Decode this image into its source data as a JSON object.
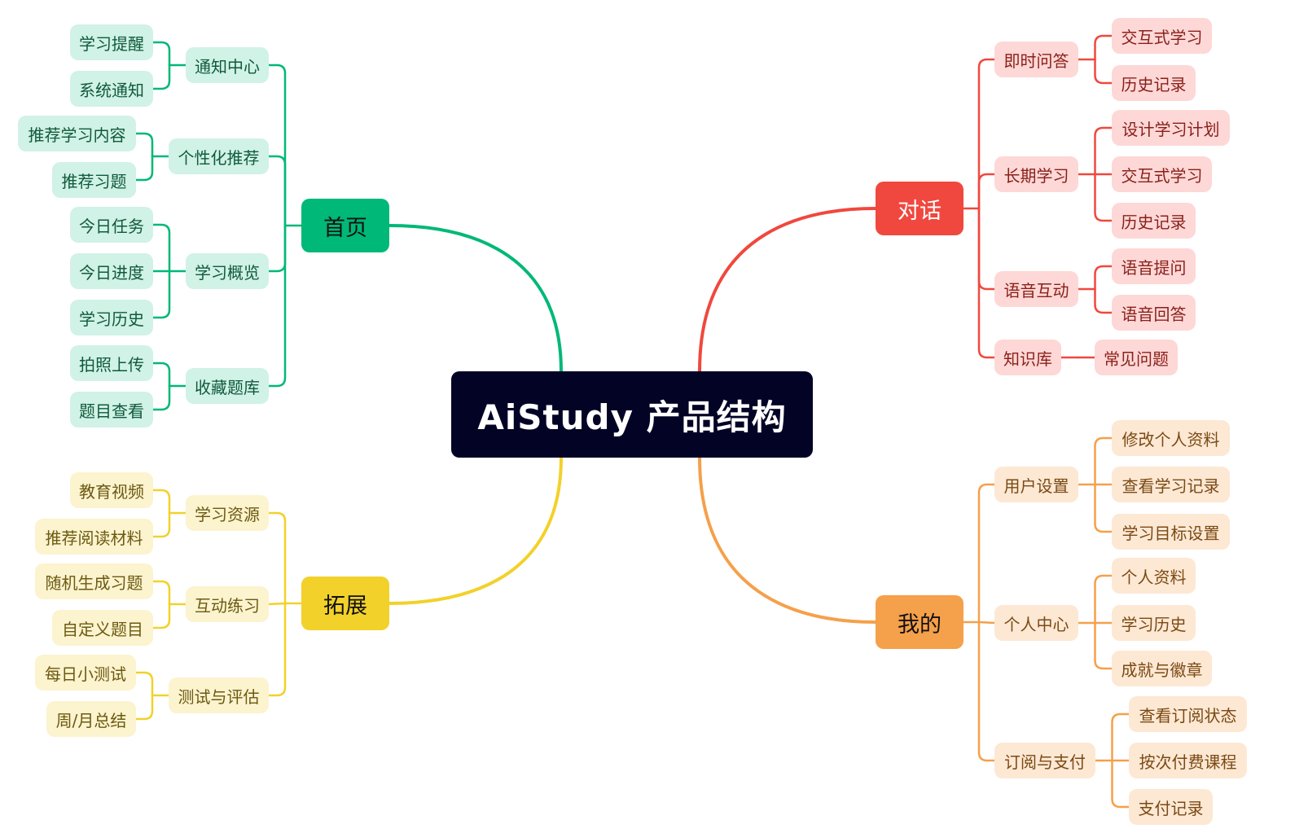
{
  "diagram": {
    "title": "AiStudy 产品结构",
    "colors": {
      "home": "#00B877",
      "extend": "#F2D12A",
      "chat": "#F0483E",
      "mine": "#F5A04A"
    },
    "home": {
      "label": "首页",
      "groups": [
        {
          "label": "通知中心",
          "items": [
            "学习提醒",
            "系统通知"
          ]
        },
        {
          "label": "个性化推荐",
          "items": [
            "推荐学习内容",
            "推荐习题"
          ]
        },
        {
          "label": "学习概览",
          "items": [
            "今日任务",
            "今日进度",
            "学习历史"
          ]
        },
        {
          "label": "收藏题库",
          "items": [
            "拍照上传",
            "题目查看"
          ]
        }
      ]
    },
    "extend": {
      "label": "拓展",
      "groups": [
        {
          "label": "学习资源",
          "items": [
            "教育视频",
            "推荐阅读材料"
          ]
        },
        {
          "label": "互动练习",
          "items": [
            "随机生成习题",
            "自定义题目"
          ]
        },
        {
          "label": "测试与评估",
          "items": [
            "每日小测试",
            "周/月总结"
          ]
        }
      ]
    },
    "chat": {
      "label": "对话",
      "groups": [
        {
          "label": "即时问答",
          "items": [
            "交互式学习",
            "历史记录"
          ]
        },
        {
          "label": "长期学习",
          "items": [
            "设计学习计划",
            "交互式学习",
            "历史记录"
          ]
        },
        {
          "label": "语音互动",
          "items": [
            "语音提问",
            "语音回答"
          ]
        },
        {
          "label": "知识库",
          "items": [
            "常见问题"
          ]
        }
      ]
    },
    "mine": {
      "label": "我的",
      "groups": [
        {
          "label": "用户设置",
          "items": [
            "修改个人资料",
            "查看学习记录",
            "学习目标设置"
          ]
        },
        {
          "label": "个人中心",
          "items": [
            "个人资料",
            "学习历史",
            "成就与徽章"
          ]
        },
        {
          "label": "订阅与支付",
          "items": [
            "查看订阅状态",
            "按次付费课程",
            "支付记录"
          ]
        }
      ]
    }
  }
}
